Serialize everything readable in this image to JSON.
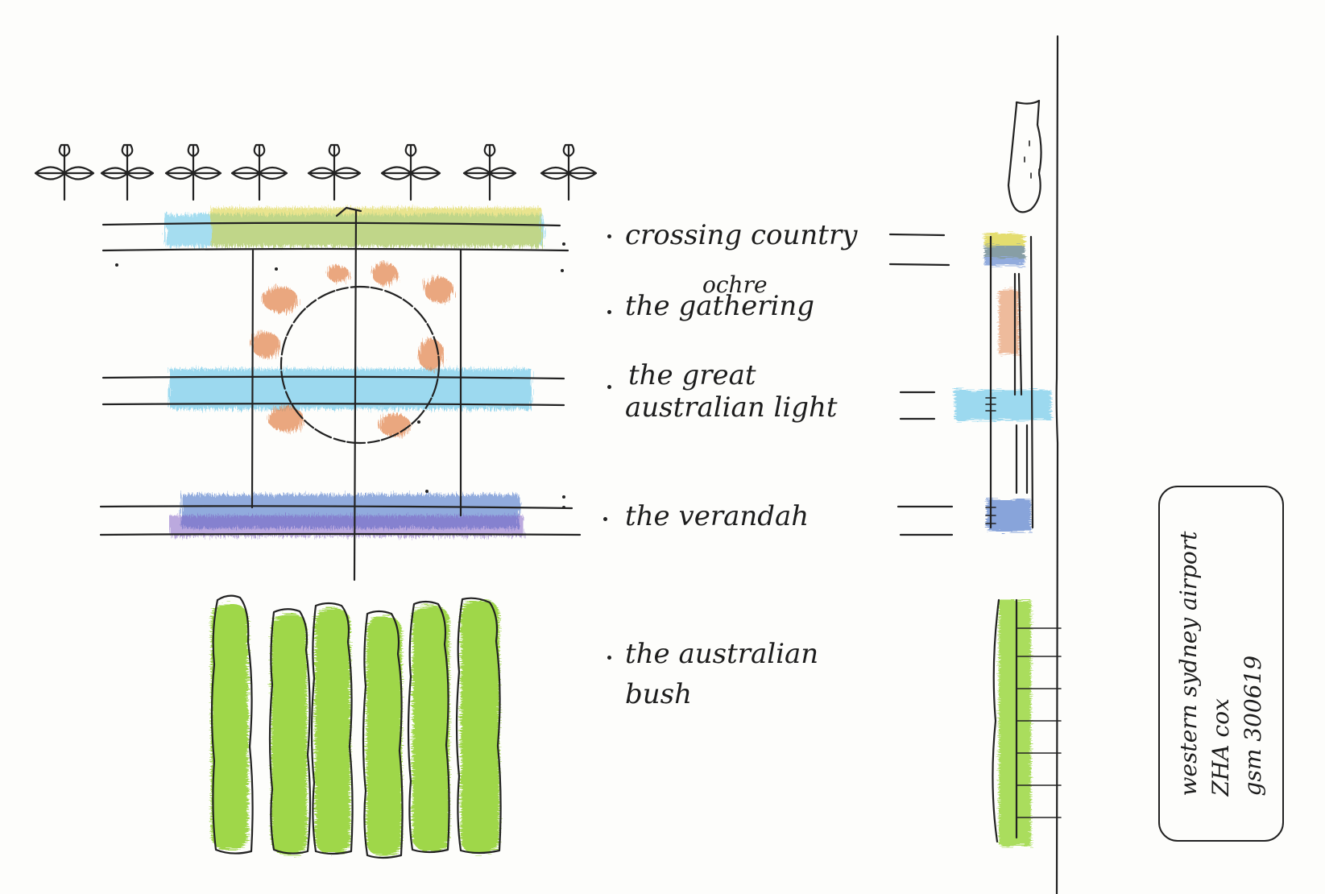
{
  "labels": {
    "crossing": "crossing country",
    "ochre": "ochre",
    "gathering": "the gathering",
    "great_light_1": "the great",
    "great_light_2": "australian light",
    "verandah": "the verandah",
    "bush_1": "the australian",
    "bush_2": "bush"
  },
  "stamp": {
    "project": "western sydney airport",
    "author": "ZHA cox",
    "date": "gsm 300619"
  },
  "colors": {
    "ink": "#222222",
    "sky_blue": "#5bc2e8",
    "verandah_blue": "#4a74c9",
    "verandah_violet": "#7a55c2",
    "ochre_orange": "#e07a3c",
    "bush_green": "#8fd12a",
    "crossing_yellow": "#d8d035"
  }
}
